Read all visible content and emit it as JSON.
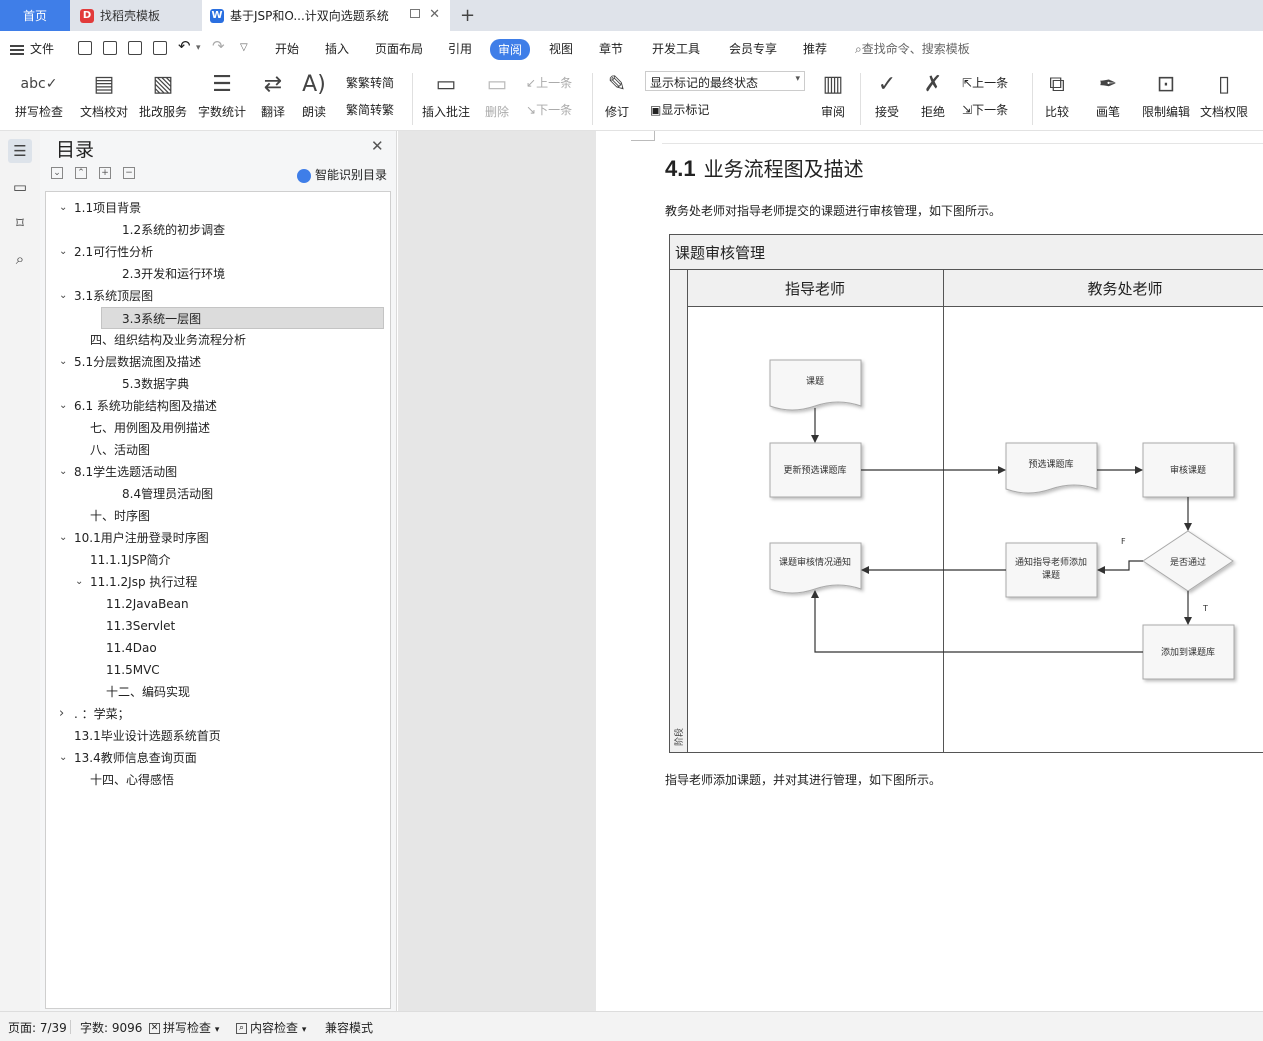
{
  "tabs": {
    "home": "首页",
    "daoke": "找稻壳模板",
    "document": "基于JSP和O...计双向选题系统"
  },
  "menu": {
    "file": "文件",
    "items": [
      "开始",
      "插入",
      "页面布局",
      "引用",
      "审阅",
      "视图",
      "章节",
      "开发工具",
      "会员专享",
      "推荐"
    ],
    "active": "审阅",
    "search_placeholder": "查找命令、搜索模板"
  },
  "ribbon": {
    "spellcheck": "拼写检查",
    "proofread": "文档校对",
    "batch_service": "批改服务",
    "word_count": "字数统计",
    "translate": "翻译",
    "read_aloud": "朗读",
    "to_traditional": "繁转简",
    "to_simplified": "简转繁",
    "insert_comment": "插入批注",
    "delete": "删除",
    "prev_comment": "上一条",
    "next_comment": "下一条",
    "revise": "修订",
    "markup_state": "显示标记的最终状态",
    "show_markup": "显示标记",
    "review": "审阅",
    "accept": "接受",
    "reject": "拒绝",
    "prev_change": "上一条",
    "next_change": "下一条",
    "compare": "比较",
    "pen": "画笔",
    "restrict_edit": "限制编辑",
    "doc_permission": "文档权限"
  },
  "toc": {
    "title": "目录",
    "smart_label": "智能识别目录",
    "items": [
      {
        "label": "1.1项目背景",
        "expanded": true
      },
      {
        "label": "1.2系统的初步调查"
      },
      {
        "label": "2.1可行性分析",
        "expanded": true
      },
      {
        "label": "2.3开发和运行环境"
      },
      {
        "label": "3.1系统顶层图",
        "expanded": true
      },
      {
        "label": "3.3系统一层图",
        "selected": true
      },
      {
        "label": "四、组织结构及业务流程分析"
      },
      {
        "label": "5.1分层数据流图及描述",
        "expanded": true
      },
      {
        "label": "5.3数据字典"
      },
      {
        "label": "6.1 系统功能结构图及描述",
        "expanded": true
      },
      {
        "label": "七、用例图及用例描述"
      },
      {
        "label": "八、活动图"
      },
      {
        "label": "8.1学生选题活动图",
        "expanded": true
      },
      {
        "label": "8.4管理员活动图"
      },
      {
        "label": "十、时序图"
      },
      {
        "label": "10.1用户注册登录时序图",
        "expanded": true
      },
      {
        "label": "11.1.1JSP简介"
      },
      {
        "label": "11.1.2Jsp 执行过程",
        "expanded": true
      },
      {
        "label": "11.2JavaBean"
      },
      {
        "label": "11.3Servlet"
      },
      {
        "label": "11.4Dao"
      },
      {
        "label": "11.5MVC"
      },
      {
        "label": "十二、编码实现"
      },
      {
        "label": ". ：学菜；",
        "collapsed": true
      },
      {
        "label": "13.1毕业设计选题系统首页"
      },
      {
        "label": "13.4教师信息查询页面",
        "expanded": true
      },
      {
        "label": "十四、心得感悟"
      }
    ]
  },
  "document": {
    "heading_num": "4.1",
    "heading_text": "业务流程图及描述",
    "para1": "教务处老师对指导老师提交的课题进行审核管理，如下图所示。",
    "para2": "指导老师添加课题，并对其进行管理，如下图所示。",
    "flowchart": {
      "title": "课题审核管理",
      "lane1": "指导老师",
      "lane2": "教务处老师",
      "phase": "阶段",
      "nodes": {
        "topic": "课题",
        "update_pool": "更新预选课题库",
        "preselect_pool": "预选课题库",
        "review_topic": "审核课题",
        "passed": "是否通过",
        "notify_advisor_1": "通知指导老师添加",
        "notify_advisor_2": "课题",
        "review_notice": "课题审核情况通知",
        "add_to_pool": "添加到课题库"
      },
      "false_label": "F",
      "true_label": "T"
    }
  },
  "status": {
    "page": "页面: 7/39",
    "words": "字数: 9096",
    "spellcheck": "拼写检查",
    "content_check": "内容检查",
    "compat": "兼容模式"
  }
}
